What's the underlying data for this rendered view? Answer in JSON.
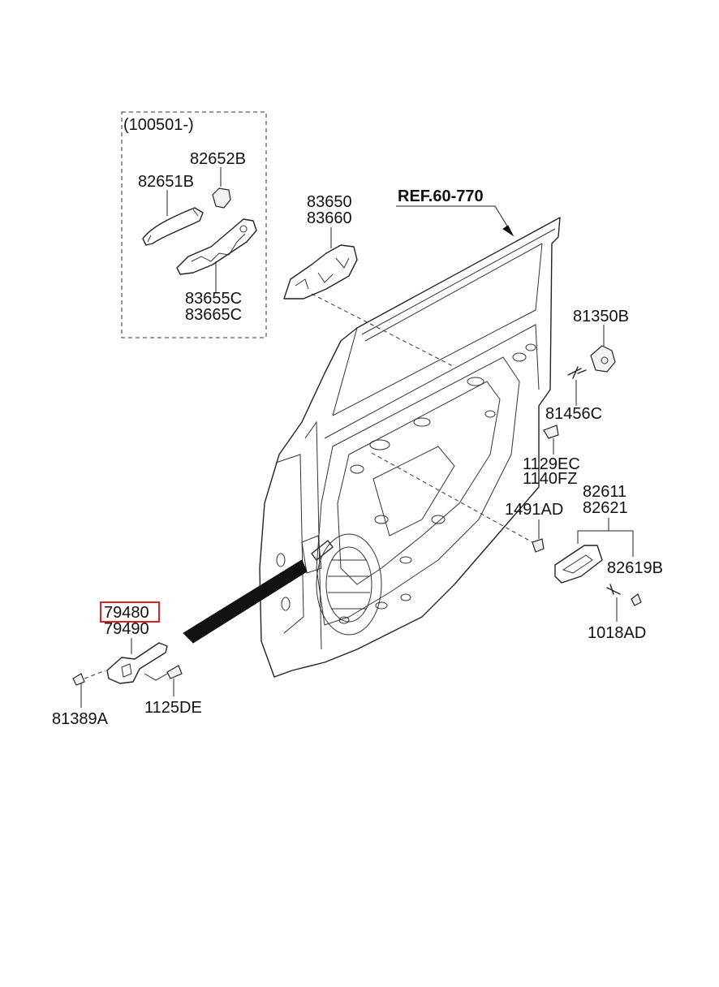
{
  "diagram": {
    "group_note": "(100501-)",
    "ref_label": "REF.60-770",
    "labels": {
      "p82652B": "82652B",
      "p82651B": "82651B",
      "p83655C": "83655C",
      "p83665C": "83665C",
      "p83650": "83650",
      "p83660": "83660",
      "p81350B": "81350B",
      "p81456C": "81456C",
      "p1129EC": "1129EC",
      "p1140FZ": "1140FZ",
      "p82611": "82611",
      "p82621": "82621",
      "p1491AD": "1491AD",
      "p82619B": "82619B",
      "p1018AD": "1018AD",
      "p79480": "79480",
      "p79490": "79490",
      "p81389A": "81389A",
      "p1125DE": "1125DE"
    },
    "highlighted_part": "79480",
    "highlight_color": "#e02020"
  }
}
